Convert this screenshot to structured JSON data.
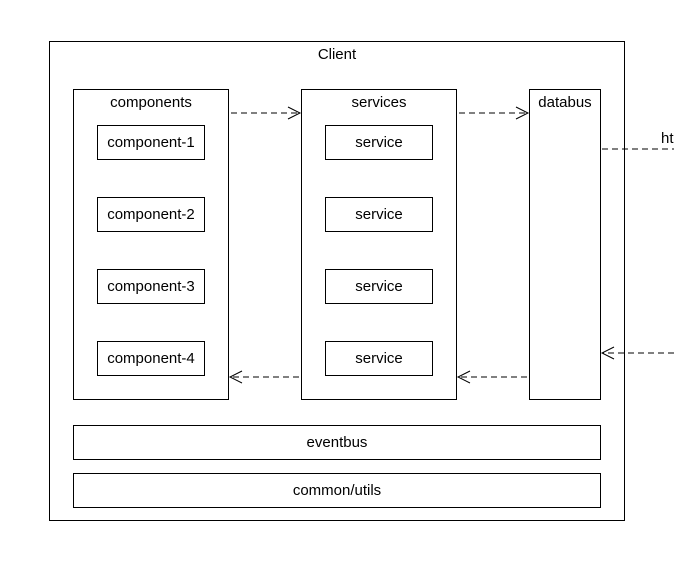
{
  "client": {
    "title": "Client"
  },
  "components": {
    "title": "components",
    "items": [
      "component-1",
      "component-2",
      "component-3",
      "component-4"
    ]
  },
  "services": {
    "title": "services",
    "items": [
      "service",
      "service",
      "service",
      "service"
    ]
  },
  "databus": {
    "title": "databus"
  },
  "eventbus": {
    "label": "eventbus"
  },
  "common_utils": {
    "label": "common/utils"
  },
  "external": {
    "edge_label_partial": "ht"
  },
  "colors": {
    "stroke": "#000000",
    "background": "#ffffff"
  }
}
